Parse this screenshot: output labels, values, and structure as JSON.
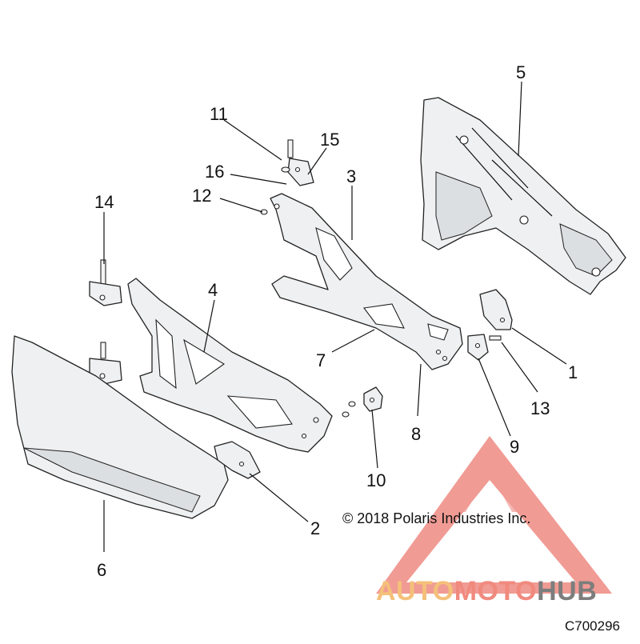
{
  "diagram": {
    "callouts": [
      "1",
      "2",
      "3",
      "4",
      "5",
      "6",
      "7",
      "8",
      "9",
      "10",
      "11",
      "12",
      "13",
      "14",
      "15",
      "16"
    ],
    "copyright": "© 2018 Polaris Industries Inc.",
    "drawing_code": "C700296"
  },
  "watermark": {
    "text_part1": "AUTO",
    "text_part2": "MOTO",
    "text_part3": "HUB",
    "colors": {
      "auto": "#f4c07a",
      "moto": "#f08a7e",
      "hub": "#7d7d7d",
      "triangle": "#ee8a82"
    }
  },
  "colors": {
    "line": "#222222",
    "part_fill": "#eef0f1"
  }
}
